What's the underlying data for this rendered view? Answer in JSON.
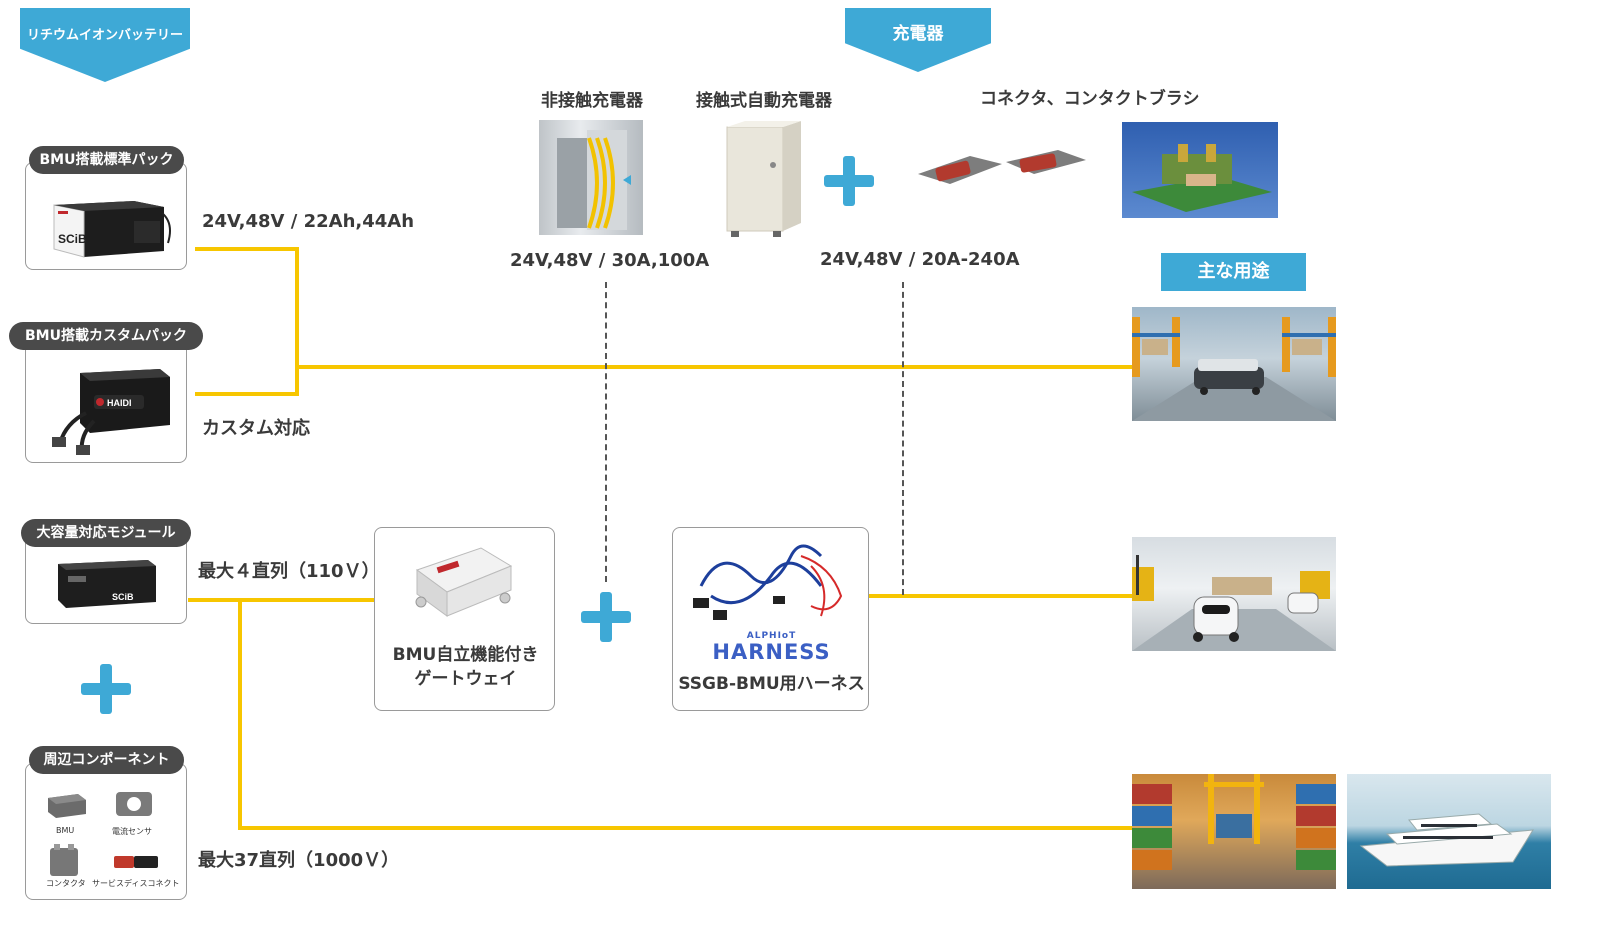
{
  "headers": {
    "battery": "リチウムイオンバッテリー",
    "charger": "充電器",
    "uses": "主な用途"
  },
  "cards": {
    "standard_pack": "BMU搭載標準パック",
    "custom_pack": "BMU搭載カスタムパック",
    "module": "大容量対応モジュール",
    "peripherals": "周辺コンポーネント"
  },
  "specs": {
    "standard": "24V,48V / 22Ah,44Ah",
    "custom": "カスタム対応",
    "series4": "最大４直列（110Ｖ）",
    "series37": "最大37直列（1000Ｖ）",
    "wireless": "24V,48V / 30A,100A",
    "contact": "24V,48V / 20A-240A"
  },
  "chargers": {
    "wireless_label": "非接触充電器",
    "contact_label": "接触式自動充電器",
    "connector_label": "コネクタ、コンタクトブラシ"
  },
  "gateway": {
    "line1": "BMU自立機能付き",
    "line2": "ゲートウェイ"
  },
  "harness": {
    "brand_small": "ALPHIoT",
    "brand": "HARNESS",
    "label": "SSGB-BMU用ハーネス"
  },
  "product_marks": {
    "scib": "SCiB",
    "haidi": "HAIDI"
  },
  "peripheral_items": [
    "BMU",
    "電流センサ",
    "コンタクタ",
    "サービスディスコネクト"
  ],
  "colors": {
    "accent": "#3ea9d6",
    "line": "#f7c600",
    "label_bg": "#4a4a4a"
  }
}
